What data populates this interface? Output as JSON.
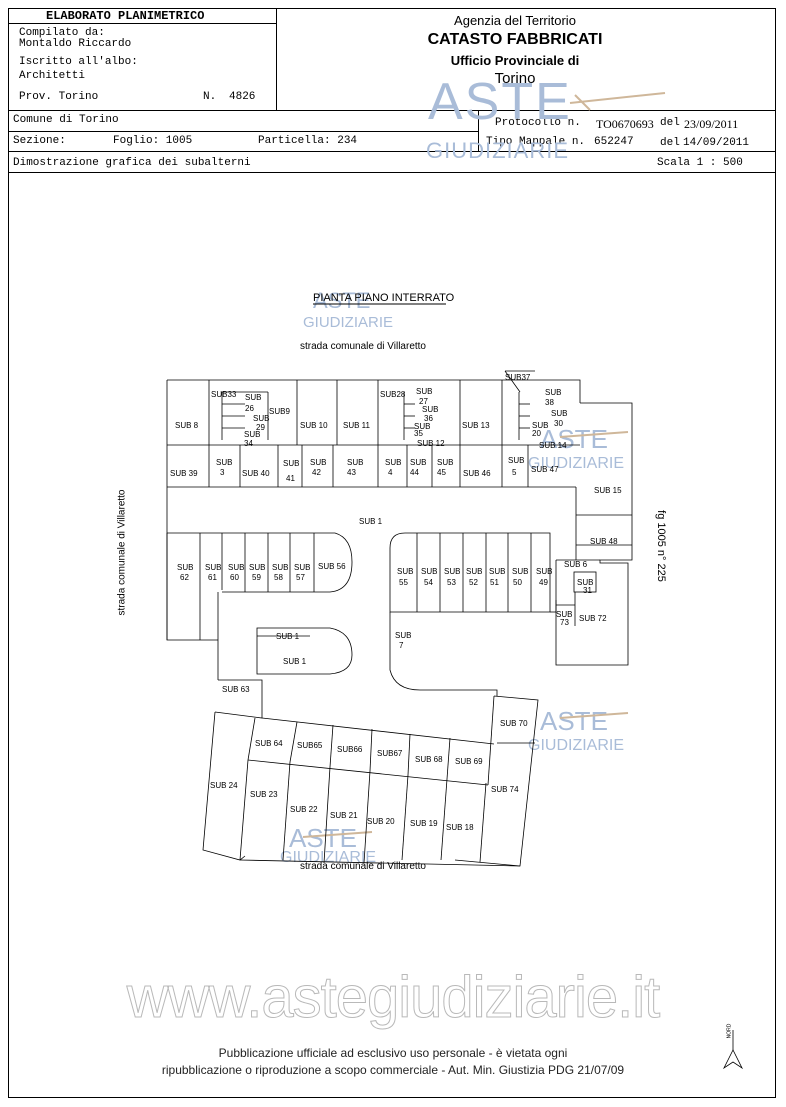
{
  "header": {
    "box_title": "ELABORATO PLANIMETRICO",
    "compiled_label": "Compilato da:",
    "compiled_name": "Montaldo Riccardo",
    "albo_label": "Iscritto all'albo:",
    "albo_value": "Architetti",
    "prov_label": "Prov. Torino",
    "n_label": "N.",
    "n_value": "4826",
    "agency": "Agenzia del Territorio",
    "catasto": "CATASTO FABBRICATI",
    "office": "Ufficio Provinciale di",
    "city": "Torino"
  },
  "info": {
    "comune": "Comune di Torino",
    "sezione_label": "Sezione:",
    "foglio": "Foglio: 1005",
    "particella": "Particella: 234",
    "protocollo_label": "Protocollo n.",
    "protocollo_value": "TO0670693",
    "protocollo_del": "del",
    "protocollo_date": "23/09/2011",
    "tipo_label": "Tipo Mappale n.",
    "tipo_value": "652247",
    "tipo_del": "del",
    "tipo_date": "14/09/2011",
    "dimostrazione": "Dimostrazione grafica dei subalterni",
    "scala": "Scala 1 : 500"
  },
  "plan": {
    "title": "PIANTA PIANO INTERRATO",
    "street_top": "strada comunale di Villaretto",
    "street_left": "strada comunale di Villaretto",
    "street_bottom": "strada comunale di Villaretto",
    "fg_right": "fg 1005 n° 225",
    "north": "NORD",
    "labels": [
      {
        "t": "SUB 8"
      },
      {
        "t": "SUB33"
      },
      {
        "t": "SUB"
      },
      {
        "t": "26"
      },
      {
        "t": "SUB9"
      },
      {
        "t": "SUB"
      },
      {
        "t": "29"
      },
      {
        "t": "SUB"
      },
      {
        "t": "34"
      },
      {
        "t": "SUB 10"
      },
      {
        "t": "SUB 11"
      },
      {
        "t": "SUB28"
      },
      {
        "t": "SUB"
      },
      {
        "t": "27"
      },
      {
        "t": "SUB"
      },
      {
        "t": "36"
      },
      {
        "t": "SUB"
      },
      {
        "t": "35"
      },
      {
        "t": "SUB 12"
      },
      {
        "t": "SUB 13"
      },
      {
        "t": "SUB37"
      },
      {
        "t": "SUB"
      },
      {
        "t": "38"
      },
      {
        "t": "SUB"
      },
      {
        "t": "30"
      },
      {
        "t": "SUB"
      },
      {
        "t": "20"
      },
      {
        "t": "SUB 14"
      },
      {
        "t": "SUB 39"
      },
      {
        "t": "SUB"
      },
      {
        "t": "3"
      },
      {
        "t": "SUB 40"
      },
      {
        "t": "SUB"
      },
      {
        "t": "41"
      },
      {
        "t": "SUB"
      },
      {
        "t": "42"
      },
      {
        "t": "SUB"
      },
      {
        "t": "43"
      },
      {
        "t": "SUB"
      },
      {
        "t": "4"
      },
      {
        "t": "SUB"
      },
      {
        "t": "44"
      },
      {
        "t": "SUB"
      },
      {
        "t": "45"
      },
      {
        "t": "SUB 46"
      },
      {
        "t": "SUB"
      },
      {
        "t": "5"
      },
      {
        "t": "SUB 47"
      },
      {
        "t": "SUB 15"
      },
      {
        "t": "SUB 1"
      },
      {
        "t": "SUB 48"
      },
      {
        "t": "SUB"
      },
      {
        "t": "62"
      },
      {
        "t": "SUB"
      },
      {
        "t": "61"
      },
      {
        "t": "SUB"
      },
      {
        "t": "60"
      },
      {
        "t": "SUB"
      },
      {
        "t": "59"
      },
      {
        "t": "SUB"
      },
      {
        "t": "58"
      },
      {
        "t": "SUB"
      },
      {
        "t": "57"
      },
      {
        "t": "SUB 56"
      },
      {
        "t": "SUB"
      },
      {
        "t": "55"
      },
      {
        "t": "SUB"
      },
      {
        "t": "54"
      },
      {
        "t": "SUB"
      },
      {
        "t": "53"
      },
      {
        "t": "SUB"
      },
      {
        "t": "52"
      },
      {
        "t": "SUB"
      },
      {
        "t": "51"
      },
      {
        "t": "SUB"
      },
      {
        "t": "50"
      },
      {
        "t": "SUB"
      },
      {
        "t": "49"
      },
      {
        "t": "SUB 6"
      },
      {
        "t": "SUB"
      },
      {
        "t": "31"
      },
      {
        "t": "SUB"
      },
      {
        "t": "73"
      },
      {
        "t": "SUB 72"
      },
      {
        "t": "SUB"
      },
      {
        "t": "7"
      },
      {
        "t": "SUB 1"
      },
      {
        "t": "SUB 1"
      },
      {
        "t": "SUB 63"
      },
      {
        "t": "SUB 70"
      },
      {
        "t": "SUB 64"
      },
      {
        "t": "SUB65"
      },
      {
        "t": "SUB66"
      },
      {
        "t": "SUB67"
      },
      {
        "t": "SUB 68"
      },
      {
        "t": "SUB 69"
      },
      {
        "t": "SUB 24"
      },
      {
        "t": "SUB 23"
      },
      {
        "t": "SUB 22"
      },
      {
        "t": "SUB 21"
      },
      {
        "t": "SUB 20"
      },
      {
        "t": "SUB 19"
      },
      {
        "t": "SUB 18"
      },
      {
        "t": "SUB 74"
      }
    ]
  },
  "watermark": {
    "aste": "ASTE",
    "giudiziarie": "GIUDIZIARIE",
    "site": "www.astegiudiziarie.it"
  },
  "footer": {
    "line1": "Pubblicazione ufficiale ad esclusivo uso personale - è vietata ogni",
    "line2": "ripubblicazione o riproduzione a scopo commerciale - Aut. Min. Giustizia PDG 21/07/09"
  },
  "colors": {
    "watermark": "#a9bcd8",
    "line": "#000000"
  }
}
